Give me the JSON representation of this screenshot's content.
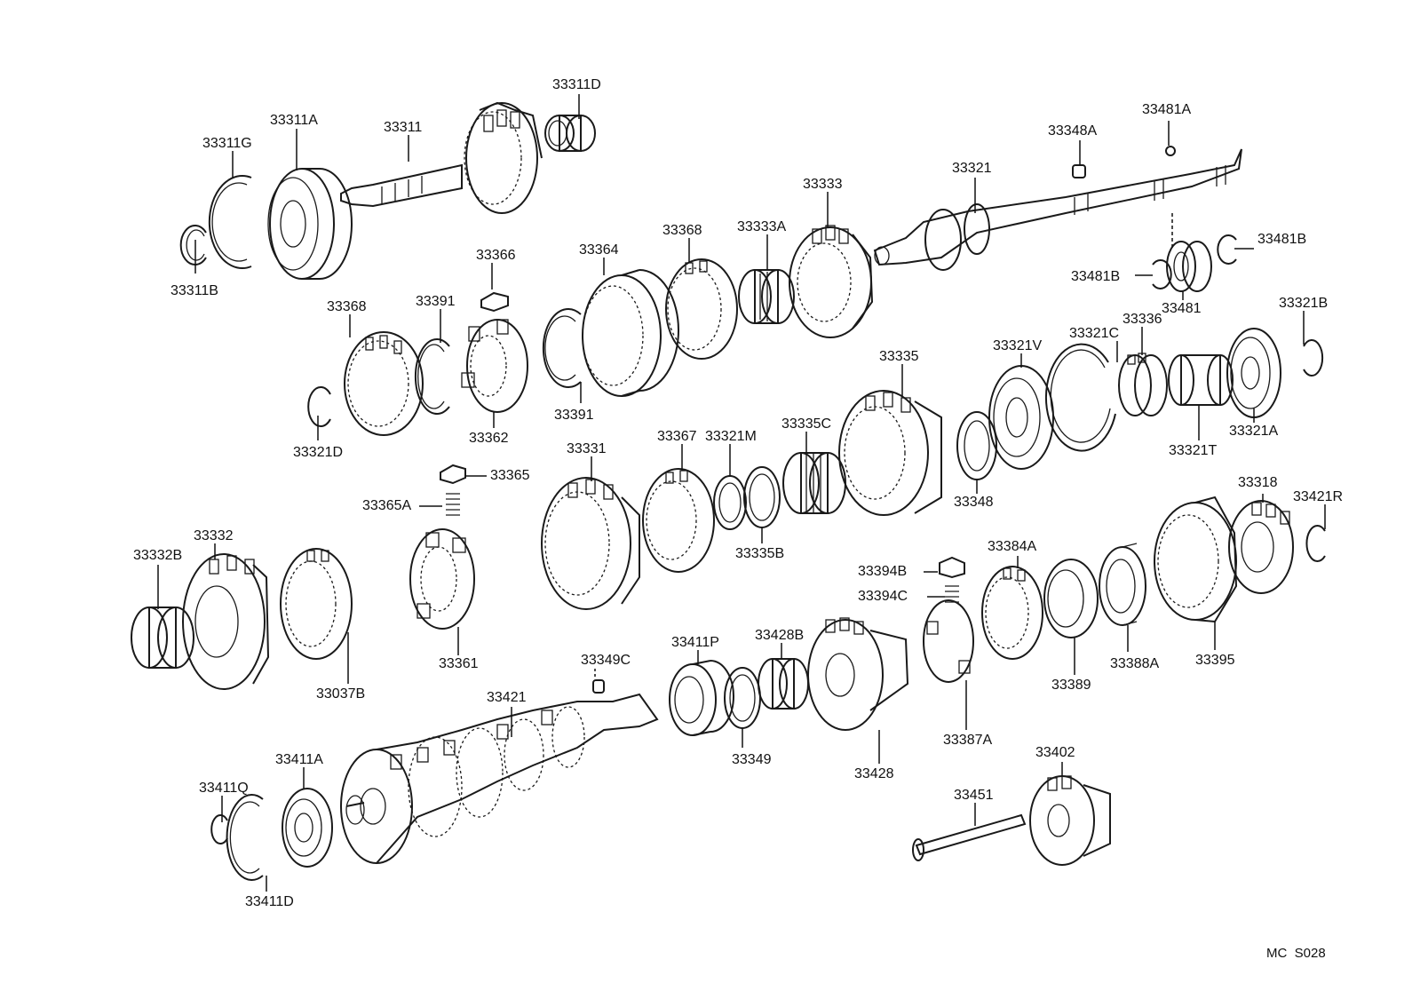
{
  "diagram": {
    "code": "MC  S028",
    "labels": {
      "l33311D": "33311D",
      "l33311A": "33311A",
      "l33311": "33311",
      "l33311G": "33311G",
      "l33311B": "33311B",
      "l33348A": "33348A",
      "l33481A": "33481A",
      "l33321": "33321",
      "l33481B_r": "33481B",
      "l33481B_l": "33481B",
      "l33481": "33481",
      "l33333": "33333",
      "l33368_top": "33368",
      "l33333A": "33333A",
      "l33364": "33364",
      "l33366": "33366",
      "l33368_left": "33368",
      "l33391_top": "33391",
      "l33391_bot": "33391",
      "l33362": "33362",
      "l33321D": "33321D",
      "l33335": "33335",
      "l33321V": "33321V",
      "l33321C": "33321C",
      "l33336": "33336",
      "l33321B": "33321B",
      "l33321A": "33321A",
      "l33321T": "33321T",
      "l33348": "33348",
      "l33331": "33331",
      "l33367": "33367",
      "l33321M": "33321M",
      "l33335C": "33335C",
      "l33335B": "33335B",
      "l33365": "33365",
      "l33365A": "33365A",
      "l33332B": "33332B",
      "l33332": "33332",
      "l33037B": "33037B",
      "l33361": "33361",
      "l33318": "33318",
      "l33421R": "33421R",
      "l33394B": "33394B",
      "l33394C": "33394C",
      "l33384A": "33384A",
      "l33389": "33389",
      "l33388A": "33388A",
      "l33395": "33395",
      "l33387A": "33387A",
      "l33349C": "33349C",
      "l33411P": "33411P",
      "l33428B": "33428B",
      "l33349": "33349",
      "l33428": "33428",
      "l33421": "33421",
      "l33411A": "33411A",
      "l33411Q": "33411Q",
      "l33411D": "33411D",
      "l33402": "33402",
      "l33451": "33451"
    }
  }
}
